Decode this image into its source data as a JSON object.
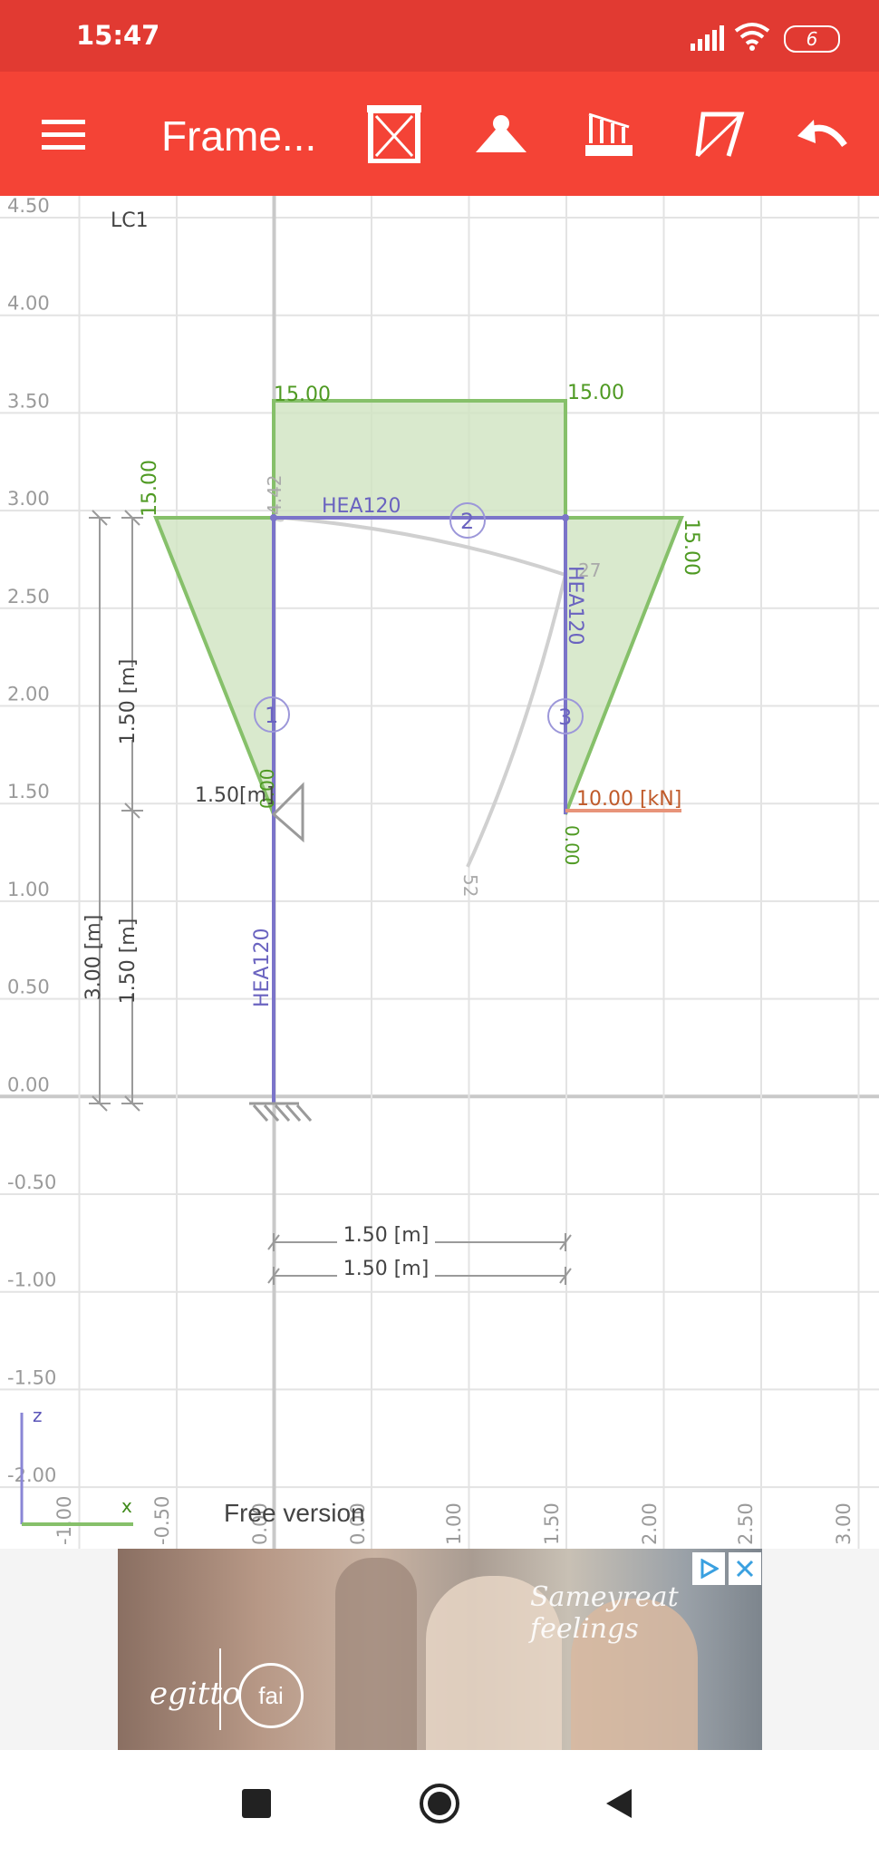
{
  "status_bar": {
    "time": "15:47",
    "battery": "6"
  },
  "app_bar": {
    "title": "Frame...",
    "icons": [
      "menu-icon",
      "frame-icon",
      "support-icon",
      "load-icon",
      "deformed-shape-icon",
      "undo-icon"
    ]
  },
  "canvas": {
    "load_case": "LC1",
    "y_axis_labels": [
      "4.50",
      "4.00",
      "3.50",
      "3.00",
      "2.50",
      "2.00",
      "1.50",
      "1.00",
      "0.50",
      "0.00",
      "-0.50",
      "-1.00",
      "-1.50",
      "-2.00"
    ],
    "x_axis_labels": [
      "-1.00",
      "-0.50",
      "0.00",
      "0.00",
      "1.00",
      "1.50",
      "2.00",
      "2.50",
      "3.00"
    ],
    "axis_z": "z",
    "axis_x": "x",
    "members": [
      {
        "number": "1",
        "section": "HEA120"
      },
      {
        "number": "2",
        "section": "HEA120"
      },
      {
        "number": "3",
        "section": "HEA120"
      }
    ],
    "distributed_load_values": [
      "15.00",
      "15.00",
      "15.00",
      "15.00"
    ],
    "zero_values": [
      "0.00",
      "0.00"
    ],
    "deformation_labels": [
      "4.42",
      "27",
      "52"
    ],
    "point_load": "10.00 [kN]",
    "support_label": "1.50[m]",
    "dim_vertical_total": "3.00 [m]",
    "dim_vertical_upper": "1.50 [m]",
    "dim_vertical_lower": "1.50 [m]",
    "dim_horizontal_1": "1.50 [m]",
    "dim_horizontal_2": "1.50 [m]",
    "free_version": "Free version",
    "colors": {
      "member": "#7b74c9",
      "load_fill": "#cfe4c0",
      "load_stroke": "#86c06a",
      "load_text": "#4f9a23",
      "point_load": "#c05a2a",
      "grid": "#e3e3e3"
    }
  },
  "ad": {
    "slogan": "Sameyreat feelings",
    "logo": "egitto",
    "badge": "fai"
  },
  "nav_bar": [
    "recents-button",
    "home-button",
    "back-button"
  ]
}
